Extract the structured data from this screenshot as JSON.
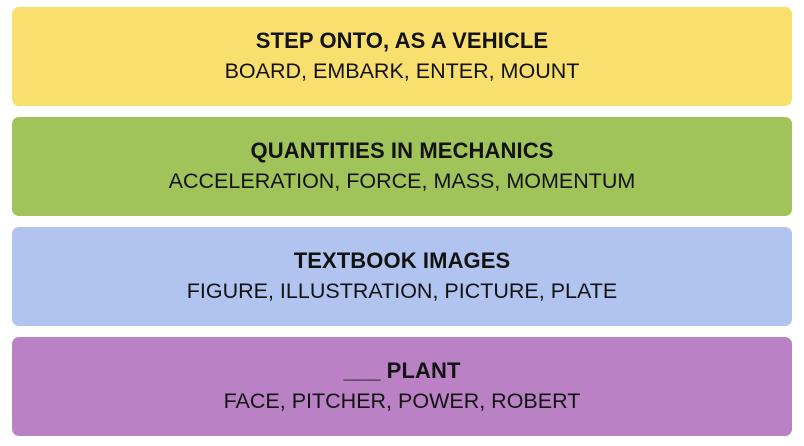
{
  "groups": [
    {
      "title": "STEP ONTO, AS A VEHICLE",
      "members": "BOARD, EMBARK, ENTER, MOUNT",
      "color": "#f9df6d"
    },
    {
      "title": "QUANTITIES IN MECHANICS",
      "members": "ACCELERATION, FORCE, MASS, MOMENTUM",
      "color": "#a0c35a"
    },
    {
      "title": "TEXTBOOK IMAGES",
      "members": "FIGURE, ILLUSTRATION, PICTURE, PLATE",
      "color": "#b0c4ef"
    },
    {
      "title": "___ PLANT",
      "members": "FACE, PITCHER, POWER, ROBERT",
      "color": "#ba81c5"
    }
  ]
}
